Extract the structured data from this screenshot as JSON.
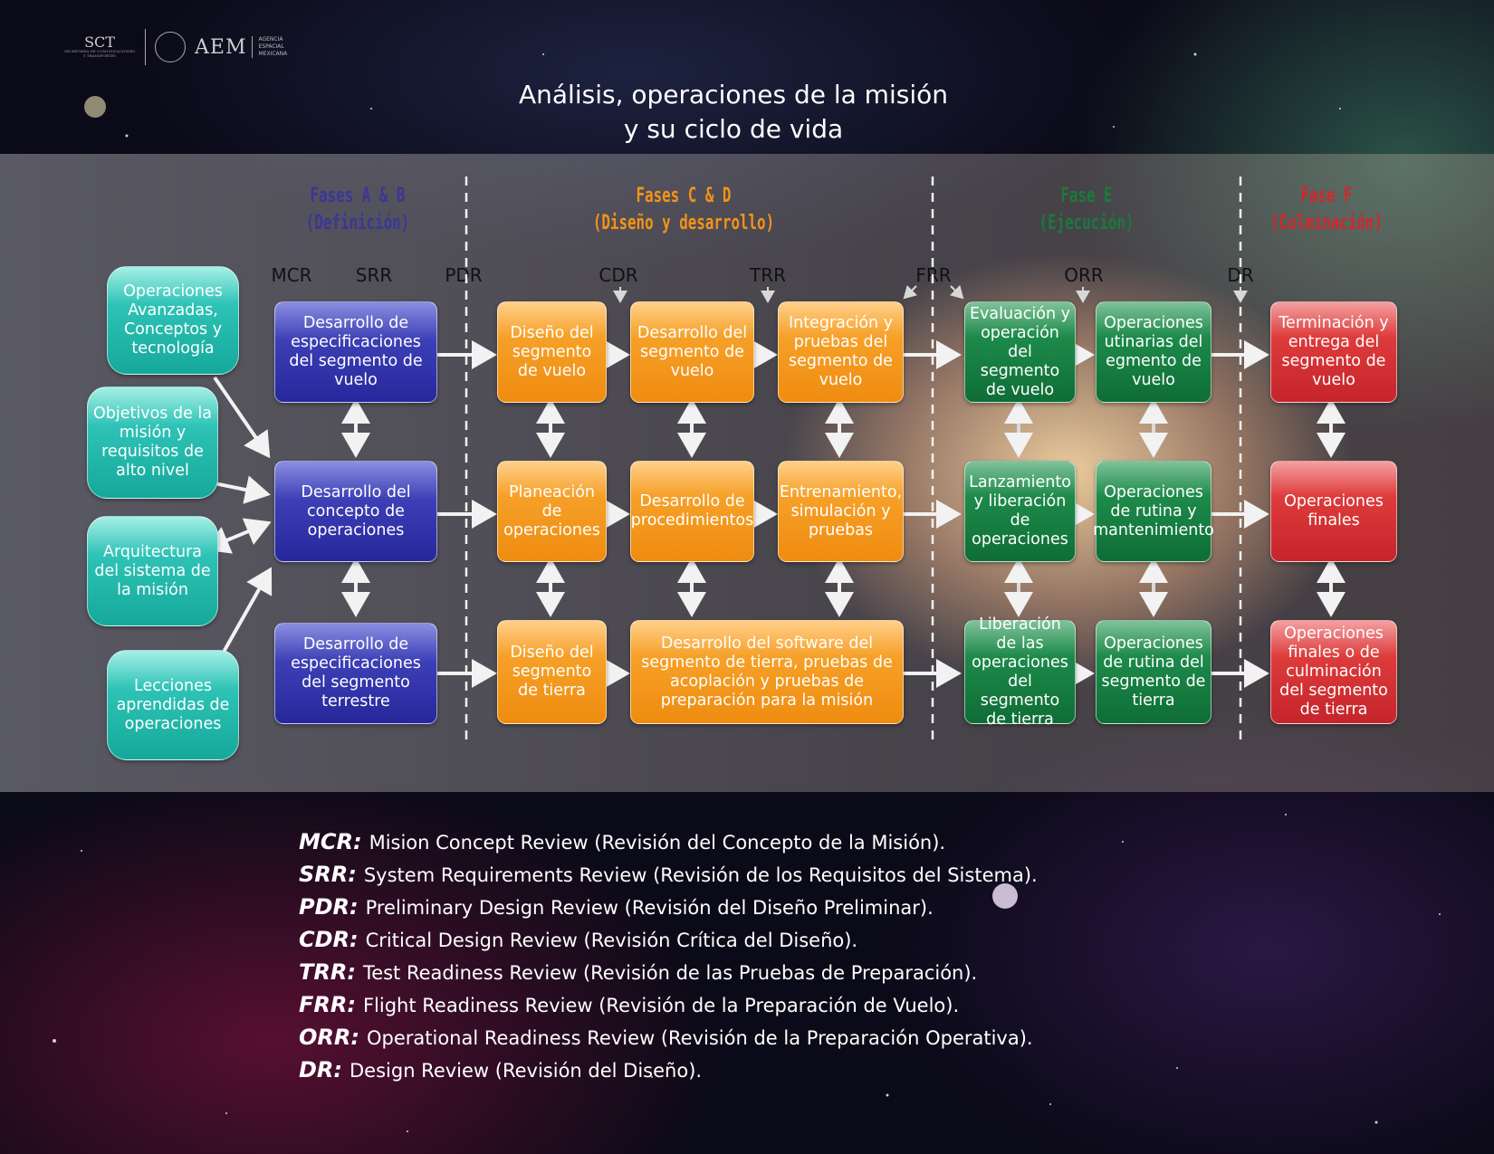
{
  "header": {
    "logo_sct": "SCT",
    "logo_sct_sub": "SECRETARÍA DE COMUNICACIONES Y TRANSPORTES",
    "logo_aem": "AEM",
    "logo_aem_sub": [
      "AGENCIA",
      "ESPACIAL",
      "MEXICANA"
    ],
    "title_line1": "Análisis, operaciones de la misión",
    "title_line2": "y su ciclo de vida"
  },
  "colors": {
    "blue": "#2a2b9e",
    "orange": "#f39318",
    "green": "#137340",
    "red": "#cf2b30",
    "teal": "#1bb0a2",
    "phase_ab": "#3a3796",
    "phase_cd": "#f39318",
    "phase_e": "#1a7a3c",
    "phase_f": "#d4262b"
  },
  "phases": [
    {
      "name": "Fases A & B",
      "sub": "(Definición)"
    },
    {
      "name": "Fases C & D",
      "sub": "(Diseño y desarrollo)"
    },
    {
      "name": "Fase E",
      "sub": "(Ejecución)"
    },
    {
      "name": "Fase F",
      "sub": "(Culminación)"
    }
  ],
  "milestones": [
    "MCR",
    "SRR",
    "PDR",
    "CDR",
    "TRR",
    "FRR",
    "ORR",
    "DR"
  ],
  "inputs": [
    "Operaciones Avanzadas, Conceptos y tecnología",
    "Objetivos de la misión y requisitos de alto nivel",
    "Arquitectura del sistema de la misión",
    "Lecciones aprendidas de operaciones"
  ],
  "boxes": {
    "ab_flight": "Desarrollo de especificaciones del segmento de vuelo",
    "ab_ops": "Desarrollo del concepto de operaciones",
    "ab_ground": "Desarrollo de especificaciones del segmento terrestre",
    "cd_flight_design": "Diseño del segmento de vuelo",
    "cd_flight_dev": "Desarrollo del segmento de vuelo",
    "cd_flight_int": "Integración y pruebas del segmento de vuelo",
    "cd_ops_plan": "Planeación de operaciones",
    "cd_ops_proc": "Desarrollo de procedimientos",
    "cd_ops_train": "Entrenamiento, simulación y pruebas",
    "cd_ground_design": "Diseño del segmento de tierra",
    "cd_ground_sw": "Desarrollo del software del segmento de tierra, pruebas de acoplación y pruebas de preparación para la misión",
    "e_flight_eval": "Evaluación y operación del segmento de vuelo",
    "e_flight_routine": "Operaciones utinarias del egmento de vuelo",
    "e_launch": "Lanzamiento y liberación de operaciones",
    "e_routine_maint": "Operaciones de rutina y mantenimiento",
    "e_ground_release": "Liberación de las operaciones del segmento de tierra",
    "e_ground_routine": "Operaciones de rutina del segmento de tierra",
    "f_flight": "Terminación y entrega del segmento de vuelo",
    "f_final": "Operaciones finales",
    "f_ground": "Operaciones finales o de culminación del segmento de tierra"
  },
  "legend": [
    {
      "abbr": "MCR:",
      "text": "Mision Concept Review (Revisión del Concepto de la Misión)."
    },
    {
      "abbr": "SRR:",
      "text": "System Requirements Review (Revisión de los Requisitos del Sistema)."
    },
    {
      "abbr": "PDR:",
      "text": "Preliminary Design Review (Revisión del Diseño Preliminar)."
    },
    {
      "abbr": "CDR:",
      "text": "Critical Design Review (Revisión Crítica del Diseño)."
    },
    {
      "abbr": "TRR:",
      "text": "Test Readiness Review (Revisión de las Pruebas de Preparación)."
    },
    {
      "abbr": "FRR:",
      "text": "Flight Readiness Review (Revisión de la Preparación de Vuelo)."
    },
    {
      "abbr": "ORR:",
      "text": "Operational Readiness Review (Revisión de la Preparación Operativa)."
    },
    {
      "abbr": "DR:",
      "text": "Design Review (Revisión del Diseño)."
    }
  ]
}
